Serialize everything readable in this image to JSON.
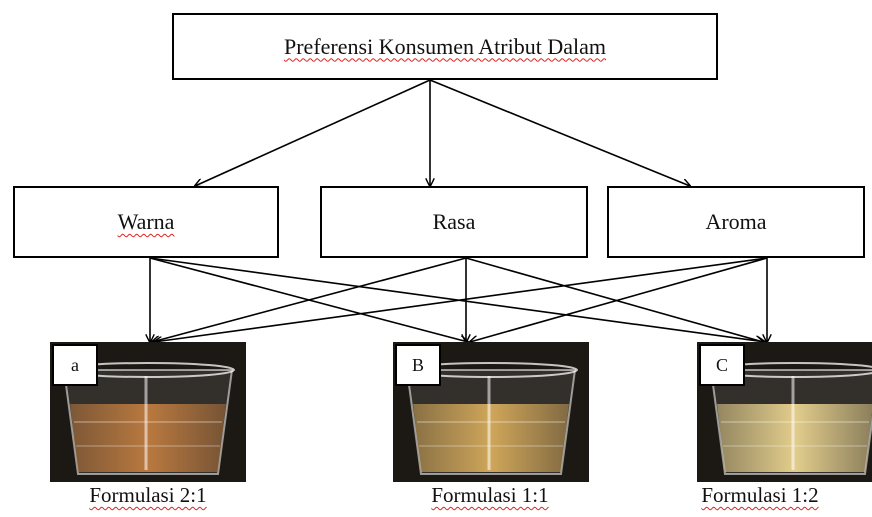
{
  "title": "Preferensi  Konsumen  Atribut  Dalam",
  "attributes": [
    {
      "label": "Warna"
    },
    {
      "label": "Rasa"
    },
    {
      "label": "Aroma"
    }
  ],
  "samples": [
    {
      "tag": "a",
      "caption": "Formulasi 2:1",
      "liquid_color": "#b9793f"
    },
    {
      "tag": "B",
      "caption": "Formulasi 1:1",
      "liquid_color": "#cfa65a"
    },
    {
      "tag": "C",
      "caption": "Formulasi 1:2",
      "liquid_color": "#e2cd8c"
    }
  ]
}
